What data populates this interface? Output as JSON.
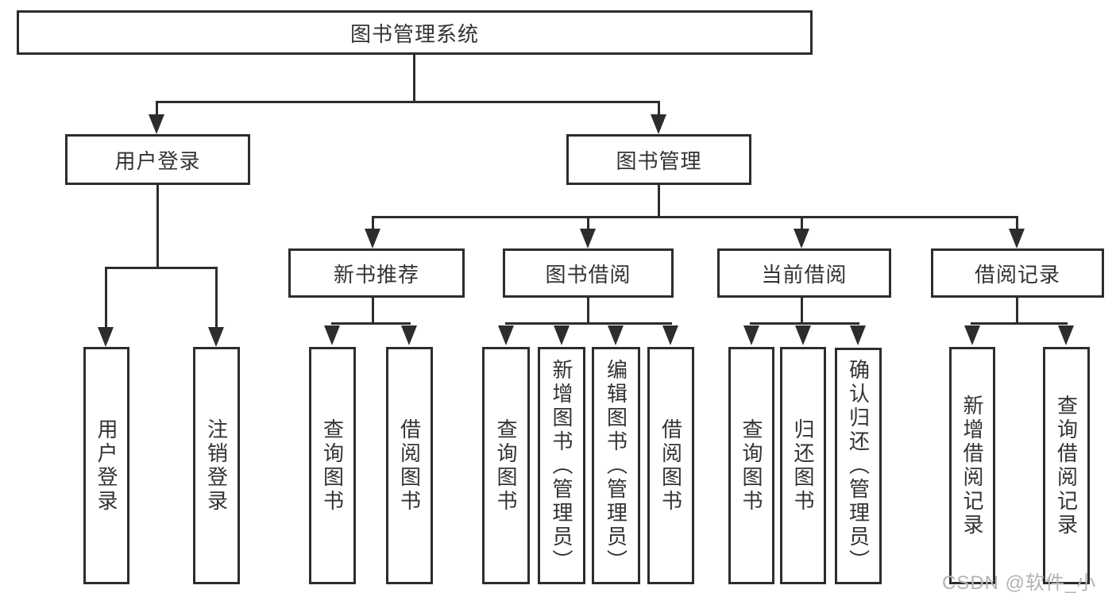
{
  "diagram": {
    "root": {
      "label": "图书管理系统"
    },
    "branches": [
      {
        "label": "用户登录",
        "children": [
          {
            "label": "用户登录"
          },
          {
            "label": "注销登录"
          }
        ]
      },
      {
        "label": "图书管理",
        "children": [
          {
            "label": "新书推荐",
            "children": [
              {
                "label": "查询图书"
              },
              {
                "label": "借阅图书"
              }
            ]
          },
          {
            "label": "图书借阅",
            "children": [
              {
                "label": "查询图书"
              },
              {
                "label": "新增图书（管理员）"
              },
              {
                "label": "编辑图书（管理员）"
              },
              {
                "label": "借阅图书"
              }
            ]
          },
          {
            "label": "当前借阅",
            "children": [
              {
                "label": "查询图书"
              },
              {
                "label": "归还图书"
              },
              {
                "label": "确认归还（管理员）"
              }
            ]
          },
          {
            "label": "借阅记录",
            "children": [
              {
                "label": "新增借阅记录"
              },
              {
                "label": "查询借阅记录"
              }
            ]
          }
        ]
      }
    ],
    "colors": {
      "line": "#2d2d2d",
      "text": "#333333",
      "watermark": "#b3b3b3",
      "background": "#ffffff"
    }
  },
  "watermark": {
    "text": "CSDN @软件_小贺同学"
  }
}
